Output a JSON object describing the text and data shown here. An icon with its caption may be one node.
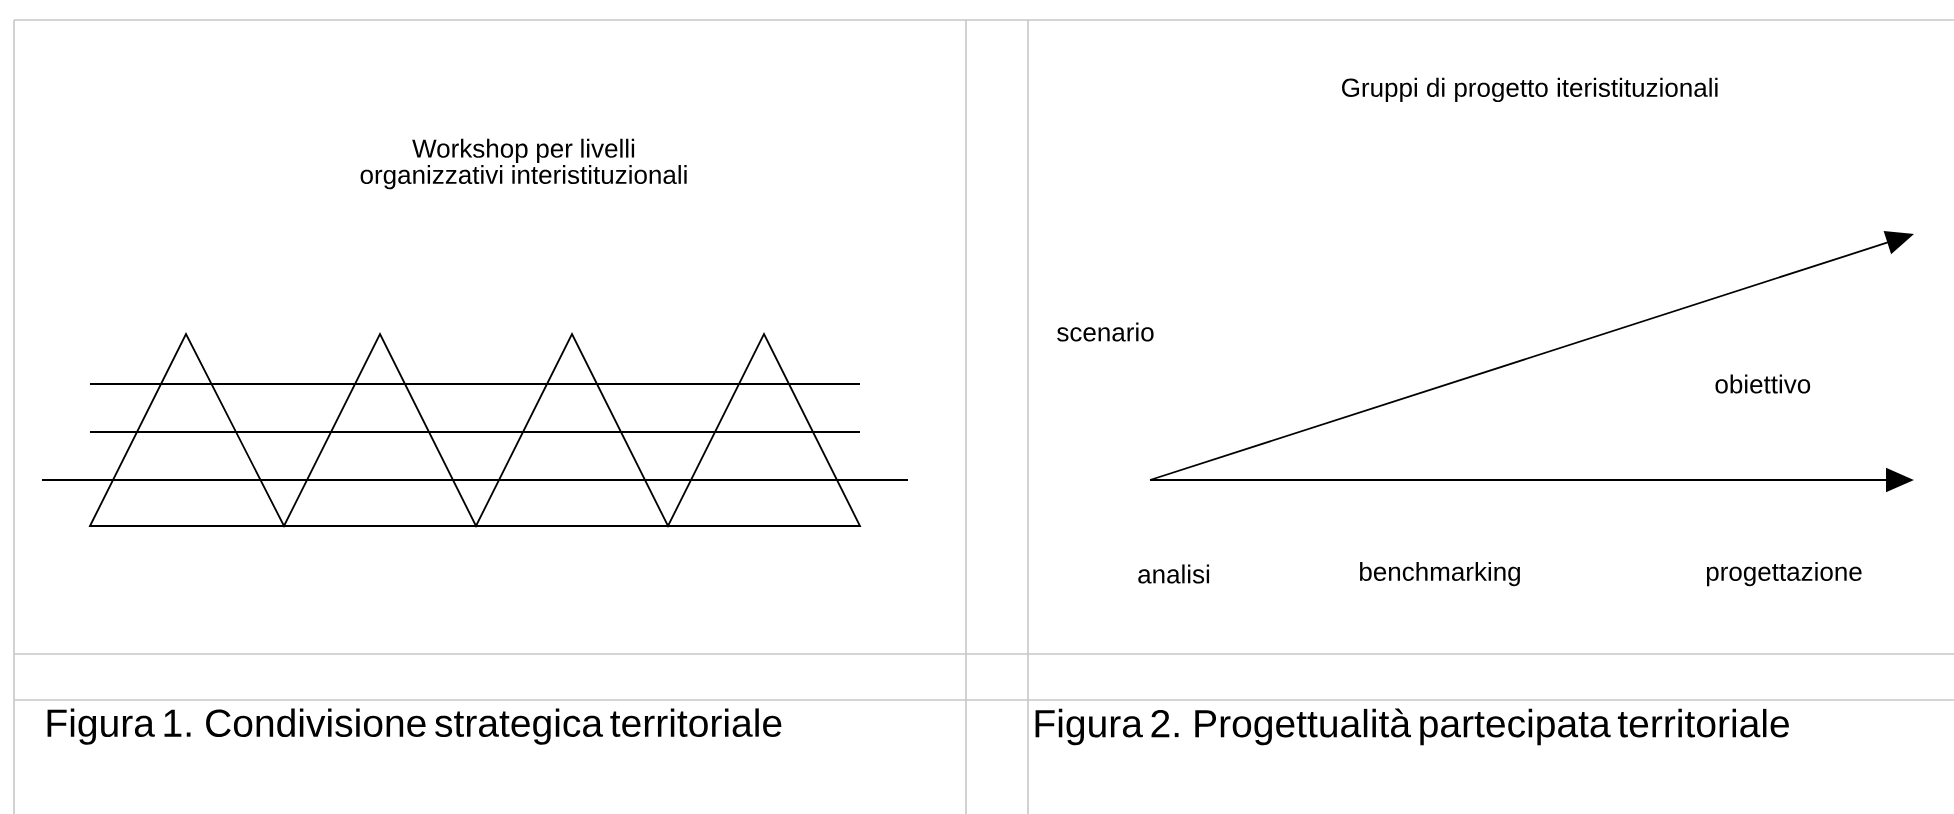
{
  "diagram": {
    "labels": [
      "Workshop per livelli organizzativi interistituzionali",
      "Gruppi di progetto iteristituzionali",
      "scenario",
      "obiettivo",
      "analisi",
      "benchmarking",
      "progettazione",
      "Figura 1. Condivisione strategica territoriale",
      "Figura 2. Progettualità partecipata territoriale"
    ]
  }
}
